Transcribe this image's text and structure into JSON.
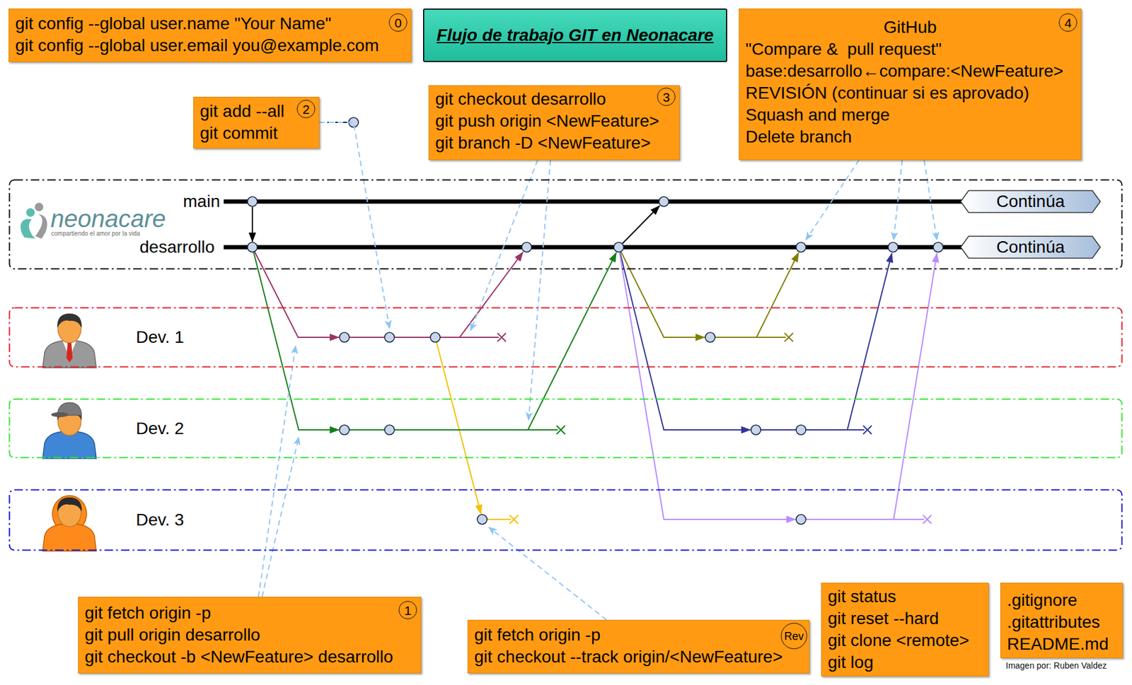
{
  "diagram": {
    "nodes": [
      {
        "text": [
          "git config --global user.name \"Your Name\"",
          "git config --global user.email you@example.com"
        ]
      },
      {
        "text": [
          "0"
        ],
        "in": 0
      },
      {
        "text": [
          "Flujo de trabajo GIT en Neonacare"
        ]
      },
      {
        "text": [
          "GitHub",
          "\"Compare &  pull request\"",
          "base:desarrollo←compare:<NewFeature>",
          "REVISIÓN (continuar si es aprovado)",
          "Squash and merge",
          "Delete branch"
        ]
      },
      {
        "text": [
          "4"
        ],
        "in": 3
      },
      {
        "text": [
          "git add --all",
          "git commit"
        ]
      },
      {
        "text": [
          "2"
        ],
        "in": 5
      },
      {
        "text": [
          "git checkout desarrollo",
          "git push origin <NewFeature>",
          "git branch -D <NewFeature>"
        ]
      },
      {
        "text": [
          "3"
        ],
        "in": 7
      },
      {
        "text": [
          "main",
          "desarrollo"
        ]
      },
      {
        "text": [
          "Continúa"
        ],
        "in": 9
      },
      {
        "text": [
          "Continúa"
        ],
        "in": 9
      },
      {
        "text": [
          "Dev. 1"
        ]
      },
      {
        "text": [
          "Dev. 2"
        ]
      },
      {
        "text": [
          "Dev. 3"
        ]
      },
      {
        "text": [
          "git fetch origin -p",
          "git pull origin desarrollo",
          "git checkout -b <NewFeature> desarrollo"
        ]
      },
      {
        "text": [
          "1"
        ],
        "in": 15
      },
      {
        "text": [
          "git fetch origin -p",
          "git checkout --track origin/<NewFeature>"
        ]
      },
      {
        "text": [
          "Rev"
        ],
        "in": 17
      },
      {
        "text": [
          "git status",
          "git reset --hard",
          "git clone <remote>",
          "git log"
        ]
      },
      {
        "text": [
          ".gitignore",
          ".gitattributes",
          "README.md"
        ]
      }
    ],
    "edges": [
      {
        "from": 5,
        "to": 12,
        "arrow": "to"
      },
      {
        "from": 7,
        "to": 12,
        "arrow": "to"
      },
      {
        "from": 7,
        "to": 13,
        "arrow": "to"
      },
      {
        "from": 3,
        "to": 9,
        "arrow": "to"
      },
      {
        "from": 3,
        "to": 9,
        "arrow": "to"
      },
      {
        "from": 3,
        "to": 9,
        "arrow": "to"
      },
      {
        "from": 15,
        "to": 12,
        "arrow": "to"
      },
      {
        "from": 15,
        "to": 13,
        "arrow": "to"
      },
      {
        "from": 17,
        "to": 14,
        "arrow": "to"
      }
    ],
    "labels": [
      "neonacare",
      "compartiendo el amor por la vida",
      "Imagen por: Ruben Valdez"
    ]
  }
}
